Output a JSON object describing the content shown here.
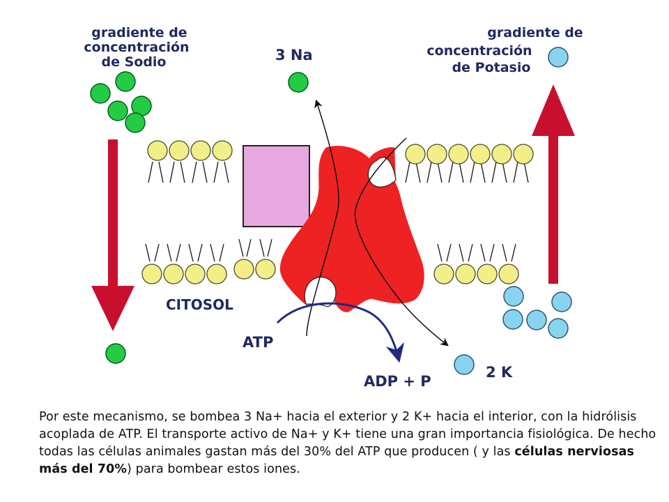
{
  "labels": {
    "sodium_gradient": [
      "gradiente de",
      "concentración",
      "de Sodio"
    ],
    "potassium_gradient": [
      "gradiente de",
      "concentración",
      "de Potasio"
    ],
    "na": "3 Na",
    "k": "2 K",
    "cytosol": "CITOSOL",
    "atp": "ATP",
    "adp": "ADP + P"
  },
  "caption": {
    "part1": "Por este mecanismo, se bombea 3 Na+ hacia el exterior y 2 K+ hacia el interior, con la hidrólisis acoplada de ATP. El transporte activo de Na+ y K+ tiene una gran importancia fisiológica. De hecho todas las células animales gastan más del 30% del ATP que producen ( y las ",
    "bold": "células nerviosas más del 70%",
    "part2": ") para bombear estos iones."
  },
  "colors": {
    "sodium": "#22cc44",
    "potassium": "#88d4f0",
    "phospholipid_head": "#f2ef88",
    "channel_protein": "#e7a8e0",
    "pump": "#ee2222",
    "gradient_arrow": "#c8102e",
    "atp_arrow": "#1f2a80"
  }
}
